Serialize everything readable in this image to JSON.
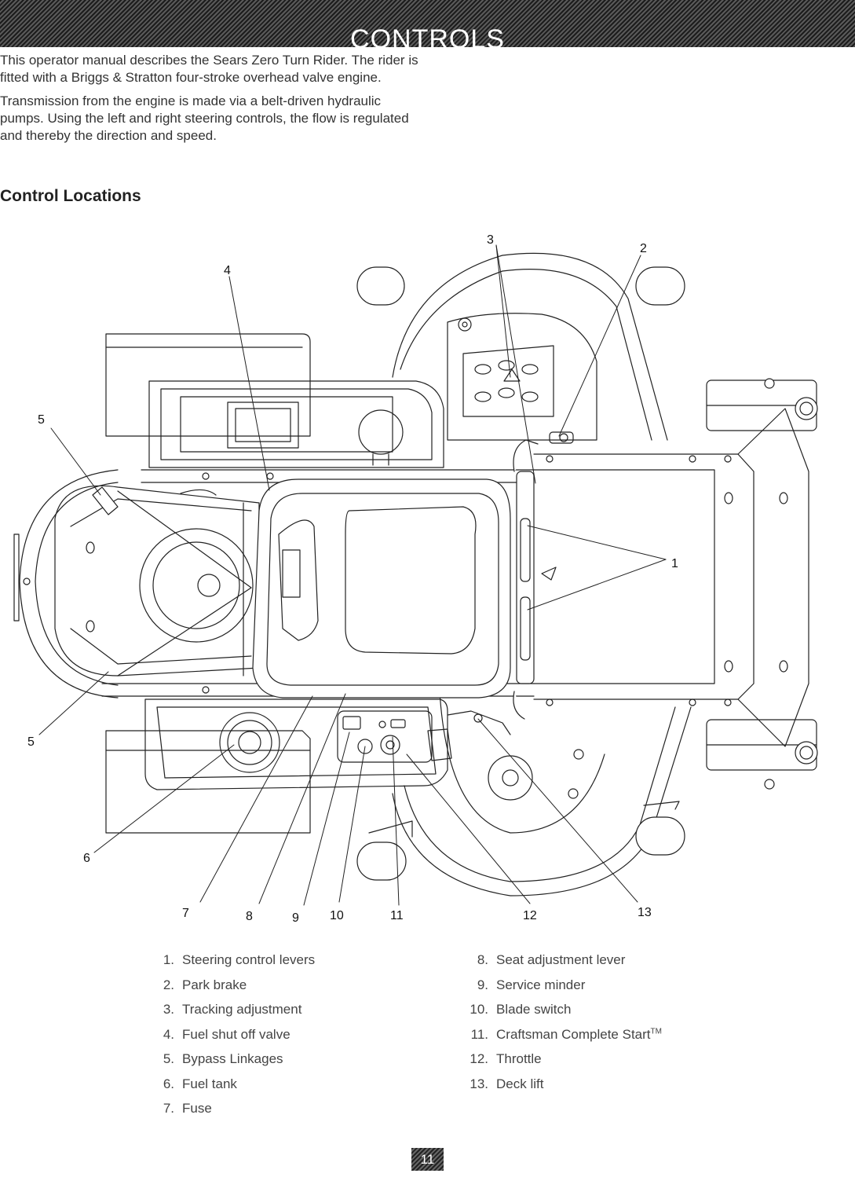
{
  "header": {
    "title": "CONTROLS"
  },
  "intro": {
    "paragraph_1": "This operator manual describes the Sears Zero Turn Rider. The rider is fitted with a Briggs & Stratton four-stroke overhead valve engine.",
    "paragraph_2": "Transmission from the engine is made via a belt-driven hydraulic pumps. Using the left and right steering controls, the flow is regulated and thereby the direction and speed."
  },
  "section": {
    "heading": "Control Locations"
  },
  "diagram": {
    "callouts": [
      "3",
      "2",
      "4",
      "5",
      "1",
      "5",
      "6",
      "7",
      "8",
      "9",
      "10",
      "11",
      "12",
      "13"
    ]
  },
  "legend": {
    "left": [
      {
        "number": "1.",
        "label": "Steering control levers"
      },
      {
        "number": "2.",
        "label": "Park brake"
      },
      {
        "number": "3.",
        "label": "Tracking adjustment"
      },
      {
        "number": "4.",
        "label": "Fuel shut off valve"
      },
      {
        "number": "5.",
        "label": "Bypass Linkages"
      },
      {
        "number": "6.",
        "label": "Fuel tank"
      },
      {
        "number": "7.",
        "label": "Fuse"
      }
    ],
    "right": [
      {
        "number": "8.",
        "label": "Seat adjustment lever"
      },
      {
        "number": "9.",
        "label": "Service minder"
      },
      {
        "number": "10.",
        "label": "Blade switch"
      },
      {
        "number": "11.",
        "label": "Craftsman Complete Start",
        "sup": "TM"
      },
      {
        "number": "12.",
        "label": "Throttle"
      },
      {
        "number": "13.",
        "label": "Deck lift"
      }
    ]
  },
  "page": {
    "number": "11"
  }
}
